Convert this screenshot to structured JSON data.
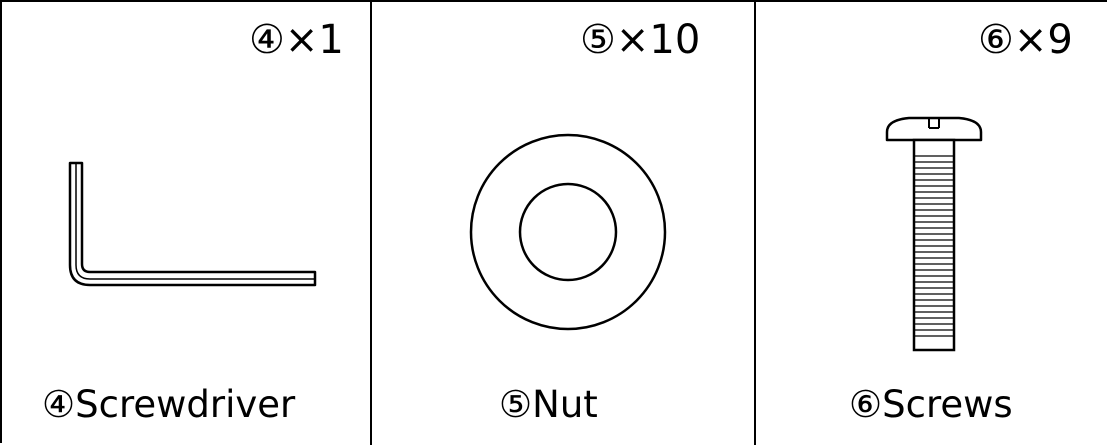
{
  "parts": [
    {
      "quantity": "④×1",
      "name": "④Screwdriver",
      "icon": "hex-key-icon"
    },
    {
      "quantity": "⑤×10",
      "name": "⑤Nut",
      "icon": "washer-icon"
    },
    {
      "quantity": "⑥×9",
      "name": "⑥Screws",
      "icon": "screw-icon"
    }
  ]
}
